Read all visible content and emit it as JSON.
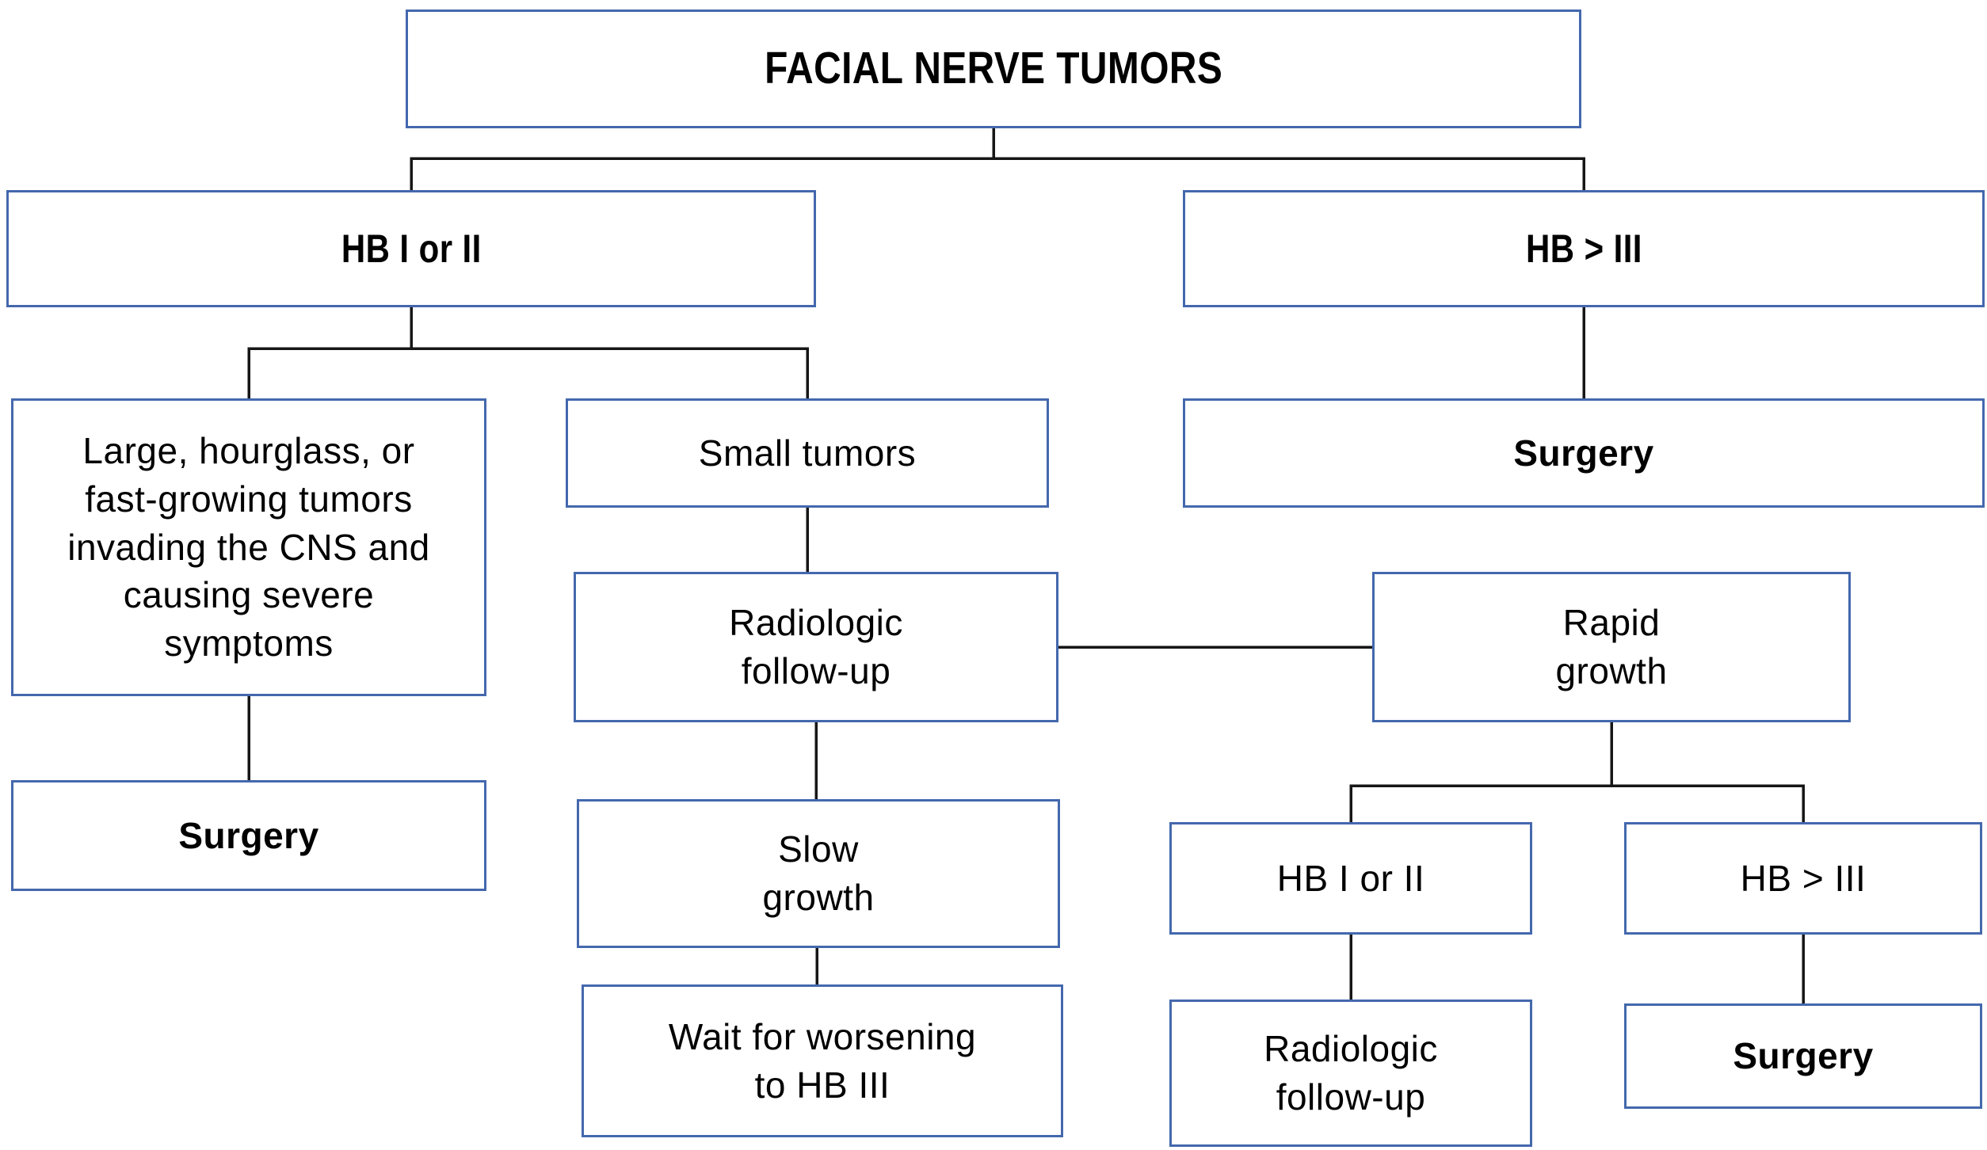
{
  "diagram": {
    "title": "FACIAL NERVE TUMORS",
    "type": "flowchart",
    "nodes": {
      "root": {
        "label": "FACIAL NERVE TUMORS"
      },
      "hb12": {
        "label": "HB I or II"
      },
      "hb3": {
        "label": "HB > III"
      },
      "large": {
        "label": "Large, hourglass, or\nfast-growing tumors\ninvading the CNS and\ncausing severe\nsymptoms"
      },
      "small": {
        "label": "Small tumors"
      },
      "surgeryHb3": {
        "label": "Surgery"
      },
      "rad1": {
        "label": "Radiologic\nfollow-up"
      },
      "rapid": {
        "label": "Rapid\ngrowth"
      },
      "surgeryLarge": {
        "label": "Surgery"
      },
      "slow": {
        "label": "Slow\ngrowth"
      },
      "wait": {
        "label": "Wait for worsening\nto HB III"
      },
      "hb12b": {
        "label": "HB I or II"
      },
      "hb3b": {
        "label": "HB > III"
      },
      "rad2": {
        "label": "Radiologic\nfollow-up"
      },
      "surgeryRapid": {
        "label": "Surgery"
      }
    },
    "edges": [
      "FACIAL NERVE TUMORS -> HB I or II",
      "FACIAL NERVE TUMORS -> HB > III",
      "HB I or II -> Large/hourglass/fast-growing tumors",
      "HB I or II -> Small tumors",
      "HB > III -> Surgery",
      "Large/hourglass/fast-growing tumors -> Surgery",
      "Small tumors -> Radiologic follow-up",
      "Radiologic follow-up -> Rapid growth",
      "Radiologic follow-up -> Slow growth",
      "Slow growth -> Wait for worsening to HB III",
      "Rapid growth -> HB I or II",
      "Rapid growth -> HB > III",
      "HB I or II (rapid) -> Radiologic follow-up",
      "HB > III (rapid) -> Surgery"
    ]
  },
  "colors": {
    "box_border": "#4468ad",
    "connector_line": "#161616",
    "text_color": "#000000",
    "canvas_bg": "#ffffff"
  }
}
